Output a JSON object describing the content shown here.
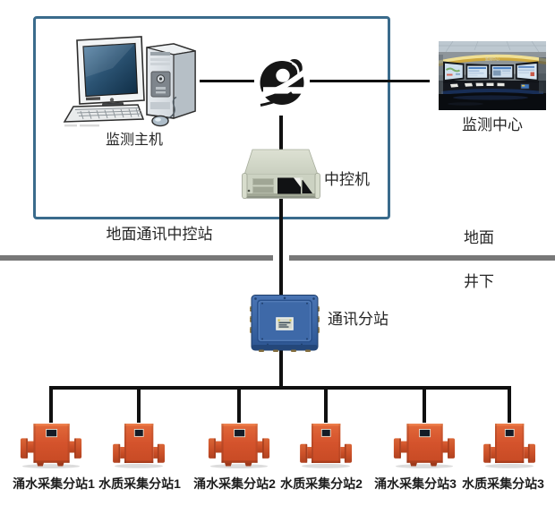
{
  "diagram": {
    "ground_section": {
      "group_label": "地面通讯中控站",
      "nodes": {
        "monitoring_host": {
          "label": "监测主机",
          "kind": "desktop-computer"
        },
        "internet": {
          "label": "",
          "kind": "internet-e-symbol"
        },
        "monitoring_center": {
          "label": "监测中心",
          "kind": "control-room-photo"
        },
        "central_control": {
          "label": "中控机",
          "kind": "rack-computer"
        }
      }
    },
    "boundary": {
      "above_label": "地面",
      "below_label": "井下"
    },
    "underground_section": {
      "substation": {
        "label": "通讯分站",
        "kind": "blue-junction-box"
      },
      "devices": [
        {
          "label": "涌水采集分站1",
          "type": "water-inflow-collector"
        },
        {
          "label": "水质采集分站1",
          "type": "water-quality-collector"
        },
        {
          "label": "涌水采集分站2",
          "type": "water-inflow-collector"
        },
        {
          "label": "水质采集分站2",
          "type": "water-quality-collector"
        },
        {
          "label": "涌水采集分站3",
          "type": "water-inflow-collector"
        },
        {
          "label": "水质采集分站3",
          "type": "water-quality-collector"
        }
      ]
    },
    "connections": [
      "monitoring_host - internet",
      "internet - monitoring_center",
      "internet - central_control",
      "central_control - substation",
      "substation - bus",
      "bus - 涌水采集分站1",
      "bus - 水质采集分站1",
      "bus - 涌水采集分站2",
      "bus - 水质采集分站2",
      "bus - 涌水采集分站3",
      "bus - 水质采集分站3"
    ],
    "colors": {
      "group_border": "#3a6b8c",
      "boundary_bar": "#787878",
      "wire": "#101010",
      "device_orange": "#d4532c",
      "junction_blue": "#3c67a6",
      "background": "#ffffff"
    }
  }
}
